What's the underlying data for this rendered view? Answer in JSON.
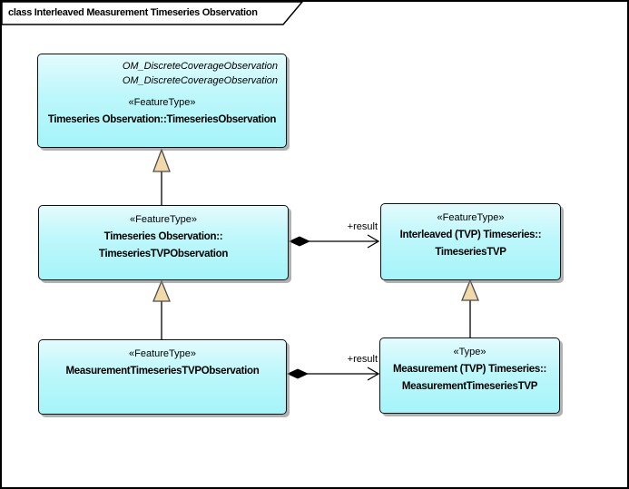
{
  "frame": {
    "title": "class Interleaved Measurement Timeseries Observation"
  },
  "classes": {
    "timeseriesObservation": {
      "parent1": "OM_DiscreteCoverageObservation",
      "parent2": "OM_DiscreteCoverageObservation",
      "stereotype": "«FeatureType»",
      "name": "Timeseries Observation::TimeseriesObservation"
    },
    "timeseriesTVPObservation": {
      "stereotype": "«FeatureType»",
      "name1": "Timeseries Observation::",
      "name2": "TimeseriesTVPObservation"
    },
    "timeseriesTVP": {
      "stereotype": "«FeatureType»",
      "name1": "Interleaved (TVP) Timeseries::",
      "name2": "TimeseriesTVP"
    },
    "measurementTimeseriesTVPObservation": {
      "stereotype": "«FeatureType»",
      "name": "MeasurementTimeseriesTVPObservation"
    },
    "measurementTimeseriesTVP": {
      "stereotype": "«Type»",
      "name1": "Measurement (TVP) Timeseries::",
      "name2": "MeasurementTimeseriesTVP"
    }
  },
  "connectors": {
    "result_top": "+result",
    "result_bottom": "+result"
  },
  "colors": {
    "box_fill_top": "#E3FBFD",
    "box_fill_bottom": "#A5F4F9",
    "box_border": "#000000",
    "shadow_gray": "#7D7D7D",
    "generalization_triangle_fill": "#F2D9A9",
    "connector_line": "#000000"
  }
}
